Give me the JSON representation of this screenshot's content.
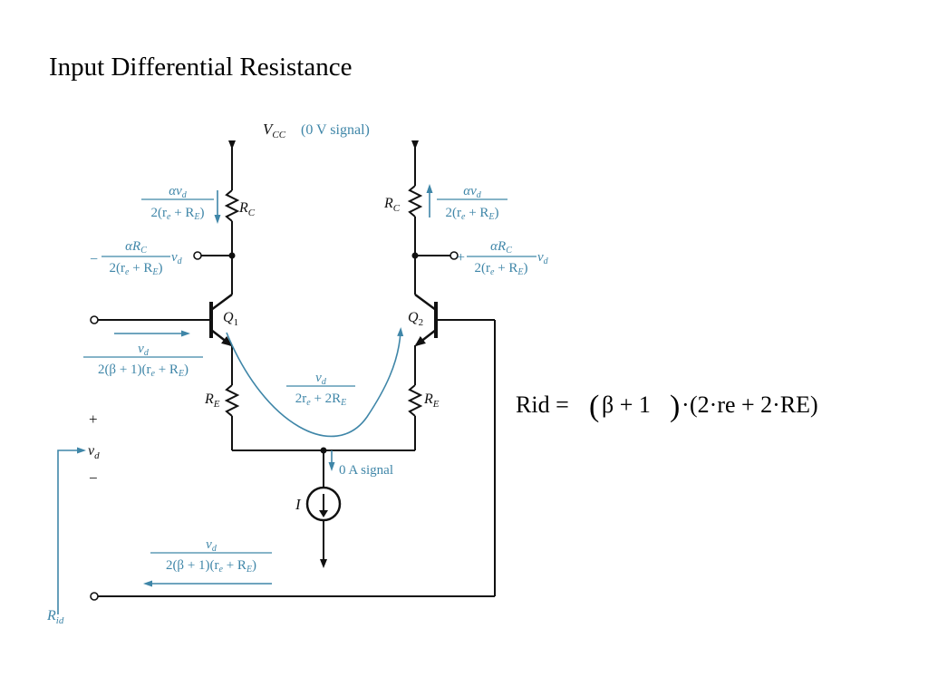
{
  "title": "Input Differential Resistance",
  "labels": {
    "vcc": "V",
    "vcc_sub": "CC",
    "vcc_note": "(0 V signal)",
    "rc": "R",
    "rc_sub": "C",
    "re": "R",
    "re_sub": "E",
    "q1": "Q",
    "q1_sub": "1",
    "q2": "Q",
    "q2_sub": "2",
    "current_source": "I",
    "zero_signal": "0 A signal",
    "plus": "+",
    "minus": "−",
    "vd": "v",
    "vd_sub": "d",
    "rid": "R",
    "rid_sub": "id"
  },
  "expressions": {
    "collector_current_num": "αv",
    "collector_current_num_sub": "d",
    "collector_current_den": "2(r",
    "collector_current_den_mid": " + R",
    "collector_current_den_end": ")",
    "out_left_sign": "−",
    "out_right_sign": "+",
    "out_num": "αR",
    "out_num_sub": "C",
    "out_den": "2(r",
    "out_den_mid": " + R",
    "out_den_end": ")",
    "base_current_num": "v",
    "base_current_num_sub": "d",
    "base_current_den": "2(β + 1)(r",
    "base_current_den_mid": " + R",
    "base_current_den_end": ")",
    "emitter_current_num": "v",
    "emitter_current_num_sub": "d",
    "emitter_current_den": "2r",
    "emitter_current_den_mid": " + 2R",
    "sub_e": "e",
    "sub_E": "E"
  },
  "formula": {
    "lhs": "Rid =",
    "term1": "β + 1",
    "dot": "·",
    "term2": "(2·re + 2·RE)"
  },
  "colors": {
    "annotation": "#3f86a8",
    "circuit": "#111111"
  }
}
